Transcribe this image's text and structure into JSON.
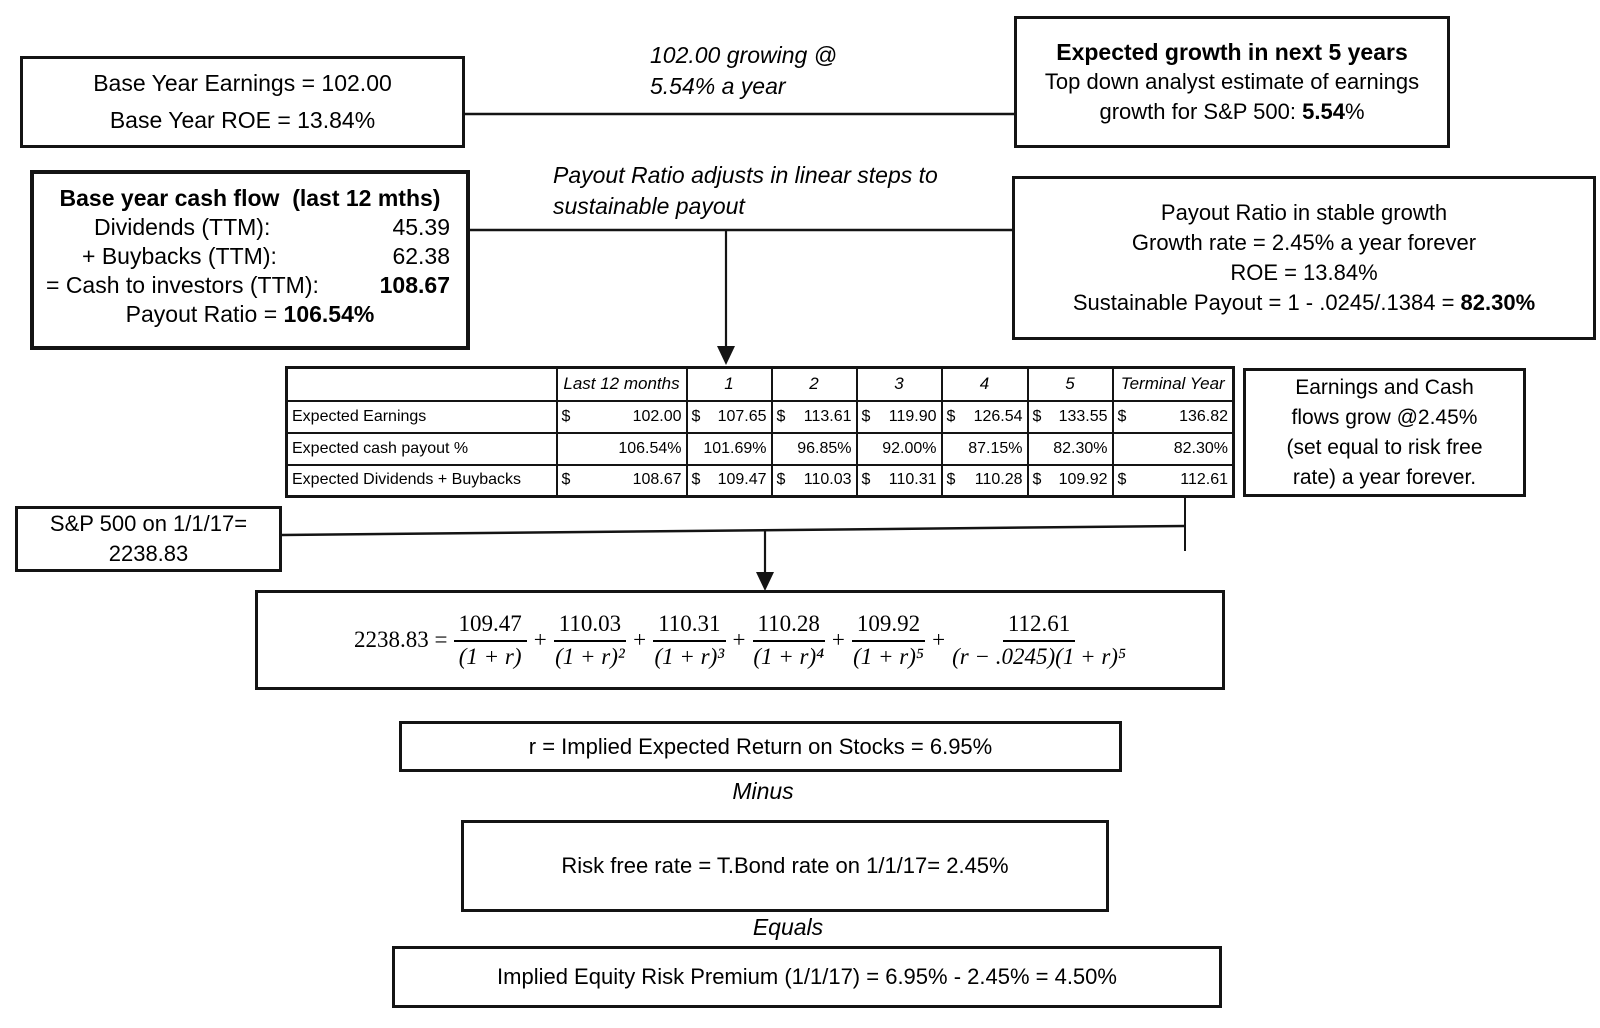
{
  "boxes": {
    "base_earnings": {
      "line1": "Base Year Earnings = 102.00",
      "line2": "Base Year ROE = 13.84%"
    },
    "expected_growth": {
      "title": "Expected growth in next 5 years",
      "line2": "Top down analyst estimate of earnings",
      "line3_prefix": "growth for S&P 500: ",
      "line3_bold": "5.54",
      "line3_suffix": "%"
    },
    "cash_flow": {
      "title": "Base year cash flow  (last 12 mths)",
      "row1_label": "Dividends (TTM):",
      "row1_value": "45.39",
      "row2_label": "+ Buybacks (TTM):",
      "row2_value": "62.38",
      "row3_label": "= Cash to investors (TTM):",
      "row3_value": "108.67",
      "row4_label": "Payout Ratio = ",
      "row4_value": "106.54%"
    },
    "payout_stable": {
      "line1": "Payout Ratio in stable growth",
      "line2": "Growth rate = 2.45% a year forever",
      "line3": "ROE = 13.84%",
      "line4_prefix": "Sustainable Payout = 1 - .0245/.1384 = ",
      "line4_bold": "82.30%"
    },
    "earnings_note": {
      "line1": "Earnings and Cash",
      "line2": "flows grow @2.45%",
      "line3": "(set equal to risk free",
      "line4": "rate) a year forever."
    },
    "sp500": {
      "line1": "S&P 500 on 1/1/17=",
      "line2": "2238.83"
    },
    "implied_return": {
      "text": "r = Implied Expected Return on Stocks = 6.95%"
    },
    "risk_free": {
      "text": "Risk free rate = T.Bond rate on 1/1/17= 2.45%"
    },
    "erp": {
      "text": "Implied Equity Risk Premium (1/1/17) = 6.95% - 2.45% = 4.50%"
    }
  },
  "labels": {
    "growing_line1": "102.00 growing @",
    "growing_line2": "5.54% a year",
    "payout_adjusts_line1": "Payout Ratio adjusts in linear steps to",
    "payout_adjusts_line2": "sustainable payout",
    "minus": "Minus",
    "equals": "Equals"
  },
  "table": {
    "dollar": "$",
    "columns": [
      "",
      "Last 12 months",
      "1",
      "2",
      "3",
      "4",
      "5",
      "Terminal Year"
    ],
    "rows": [
      {
        "label": "Expected Earnings",
        "values": [
          "102.00",
          "107.65",
          "113.61",
          "119.90",
          "126.54",
          "133.55",
          "136.82"
        ]
      },
      {
        "label": "Expected cash payout %",
        "values": [
          "106.54%",
          "101.69%",
          "96.85%",
          "92.00%",
          "87.15%",
          "82.30%",
          "82.30%"
        ]
      },
      {
        "label": "Expected Dividends + Buybacks",
        "values": [
          "108.67",
          "109.47",
          "110.03",
          "110.31",
          "110.28",
          "109.92",
          "112.61"
        ]
      }
    ]
  },
  "formula": {
    "lhs": "2238.83 =",
    "plus": "+",
    "terms": [
      {
        "num": "109.47",
        "den": "(1 + r)"
      },
      {
        "num": "110.03",
        "den": "(1 + r)²"
      },
      {
        "num": "110.31",
        "den": "(1 + r)³"
      },
      {
        "num": "110.28",
        "den": "(1 + r)⁴"
      },
      {
        "num": "109.92",
        "den": "(1 + r)⁵"
      },
      {
        "num": "112.61",
        "den": "(r − .0245)(1 + r)⁵"
      }
    ]
  }
}
